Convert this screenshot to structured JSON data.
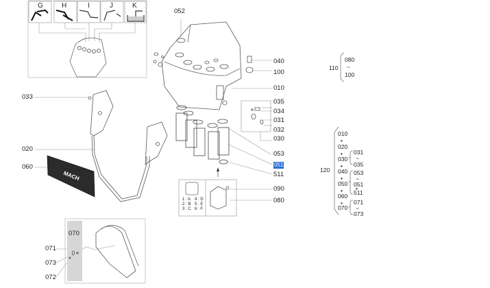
{
  "tool_panels": [
    {
      "letter": "G"
    },
    {
      "letter": "H"
    },
    {
      "letter": "I"
    },
    {
      "letter": "J"
    },
    {
      "letter": "K"
    }
  ],
  "callouts": {
    "c052": "052",
    "c040": "040",
    "c100": "100",
    "c010": "010",
    "c035": "035",
    "c034": "034",
    "c031": "031",
    "c032": "032",
    "c030": "030",
    "c053": "053",
    "c051": "051",
    "c511": "511",
    "c090": "090",
    "c080": "080",
    "c033": "033",
    "c020": "020",
    "c060": "060",
    "c070": "070",
    "c071": "071",
    "c073": "073",
    "c072": "072"
  },
  "selected_callout": "051",
  "decal_text": "MACH",
  "connector_legend": {
    "rows": [
      "1 : A",
      "2 : B",
      "3 : C",
      "4 : D",
      "5 : E",
      "6 : F"
    ],
    "pins": [
      "1",
      "2",
      "3",
      "4",
      "5",
      "6"
    ]
  },
  "assemblies": {
    "a110": {
      "label": "110",
      "from": "080",
      "to": "100",
      "sep": "~"
    },
    "a120": {
      "label": "120",
      "items": [
        "010",
        "020",
        "030",
        "040",
        "050",
        "060",
        "070"
      ],
      "bullet": "•",
      "sub": {
        "s030": {
          "from": "031",
          "to": "035"
        },
        "s050": {
          "from": "053",
          "mid": "051",
          "to": "511"
        },
        "s070": {
          "from": "071",
          "to": "073"
        }
      }
    }
  },
  "colors": {
    "selection": "#2a6fd6",
    "line": "#9a9a9a",
    "ink": "#222222",
    "decal": "#2b2b2b"
  }
}
